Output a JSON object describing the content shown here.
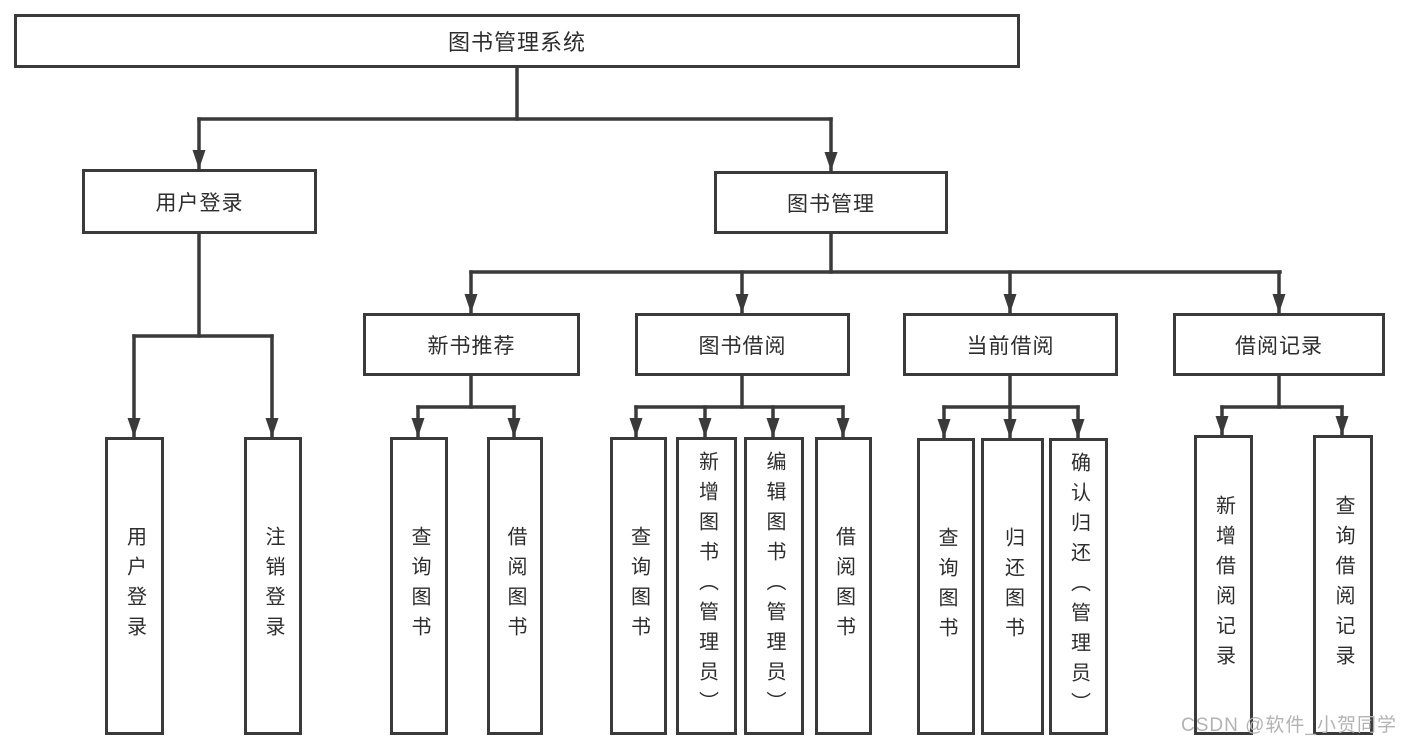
{
  "colors": {
    "line": "#3a3a3a",
    "text": "#2d2d2d",
    "watermark": "#b3b3b3",
    "background": "#ffffff"
  },
  "watermark": "CSDN @软件_小贺同学",
  "tree": {
    "root": "图书管理系统",
    "branches": [
      {
        "label": "用户登录",
        "children": [
          "用户登录",
          "注销登录"
        ]
      },
      {
        "label": "图书管理",
        "sections": [
          {
            "label": "新书推荐",
            "children": [
              "查询图书",
              "借阅图书"
            ]
          },
          {
            "label": "图书借阅",
            "children": [
              "查询图书",
              "新增图书（管理员）",
              "编辑图书（管理员）",
              "借阅图书"
            ]
          },
          {
            "label": "当前借阅",
            "children": [
              "查询图书",
              "归还图书",
              "确认归还（管理员）"
            ]
          },
          {
            "label": "借阅记录",
            "children": [
              "新增借阅记录",
              "查询借阅记录"
            ]
          }
        ]
      }
    ]
  }
}
